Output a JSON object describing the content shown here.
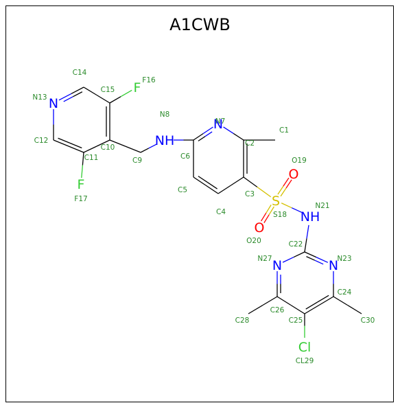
{
  "title": "A1CWB",
  "colors": {
    "bond": "#000000",
    "carbon_label": "#2a8a2a",
    "nitrogen": "#0000ff",
    "oxygen": "#ff0000",
    "sulfur": "#d4c000",
    "fluorine": "#33cc33",
    "chlorine": "#33cc33"
  },
  "atoms": [
    {
      "id": "C1",
      "element": "C",
      "symbol": "",
      "label": "C1"
    },
    {
      "id": "C2",
      "element": "C",
      "symbol": "",
      "label": "C2"
    },
    {
      "id": "C3",
      "element": "C",
      "symbol": "",
      "label": "C3"
    },
    {
      "id": "C4",
      "element": "C",
      "symbol": "",
      "label": "C4"
    },
    {
      "id": "C5",
      "element": "C",
      "symbol": "",
      "label": "C5"
    },
    {
      "id": "C6",
      "element": "C",
      "symbol": "",
      "label": "C6"
    },
    {
      "id": "N7",
      "element": "N",
      "symbol": "N",
      "label": "N7"
    },
    {
      "id": "N8",
      "element": "N",
      "symbol": "NH",
      "label": "N8"
    },
    {
      "id": "C9",
      "element": "C",
      "symbol": "",
      "label": "C9"
    },
    {
      "id": "C10",
      "element": "C",
      "symbol": "",
      "label": "C10"
    },
    {
      "id": "C11",
      "element": "C",
      "symbol": "",
      "label": "C11"
    },
    {
      "id": "C12",
      "element": "C",
      "symbol": "",
      "label": "C12"
    },
    {
      "id": "N13",
      "element": "N",
      "symbol": "N",
      "label": "N13"
    },
    {
      "id": "C14",
      "element": "C",
      "symbol": "",
      "label": "C14"
    },
    {
      "id": "C15",
      "element": "C",
      "symbol": "",
      "label": "C15"
    },
    {
      "id": "F16",
      "element": "F",
      "symbol": "F",
      "label": "F16"
    },
    {
      "id": "F17",
      "element": "F",
      "symbol": "F",
      "label": "F17"
    },
    {
      "id": "S18",
      "element": "S",
      "symbol": "S",
      "label": "S18"
    },
    {
      "id": "O19",
      "element": "O",
      "symbol": "O",
      "label": "O19"
    },
    {
      "id": "O20",
      "element": "O",
      "symbol": "O",
      "label": "O20"
    },
    {
      "id": "N21",
      "element": "N",
      "symbol": "NH",
      "label": "N21"
    },
    {
      "id": "C22",
      "element": "C",
      "symbol": "",
      "label": "C22"
    },
    {
      "id": "N23",
      "element": "N",
      "symbol": "N",
      "label": "N23"
    },
    {
      "id": "C24",
      "element": "C",
      "symbol": "",
      "label": "C24"
    },
    {
      "id": "C25",
      "element": "C",
      "symbol": "",
      "label": "C25"
    },
    {
      "id": "C26",
      "element": "C",
      "symbol": "",
      "label": "C26"
    },
    {
      "id": "N27",
      "element": "N",
      "symbol": "N",
      "label": "N27"
    },
    {
      "id": "C28",
      "element": "C",
      "symbol": "",
      "label": "C28"
    },
    {
      "id": "CL29",
      "element": "Cl",
      "symbol": "Cl",
      "label": "CL29"
    },
    {
      "id": "C30",
      "element": "C",
      "symbol": "",
      "label": "C30"
    }
  ]
}
